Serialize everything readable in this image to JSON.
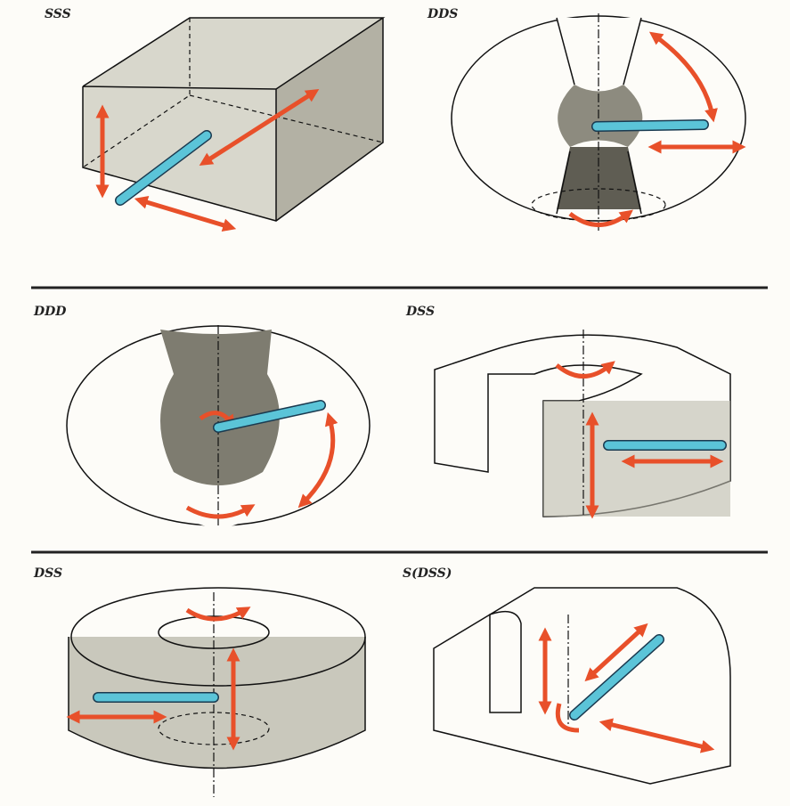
{
  "panels": [
    {
      "label": "SSS"
    },
    {
      "label": "DDS"
    },
    {
      "label": "DDD"
    },
    {
      "label": "DSS"
    },
    {
      "label": "DSS"
    },
    {
      "label": "S(DSS)"
    }
  ],
  "colors": {
    "arrow": "#e8502a",
    "tool": "#5bc4d8",
    "shade": "#b8b6a8",
    "dark": "#6e6c60"
  }
}
